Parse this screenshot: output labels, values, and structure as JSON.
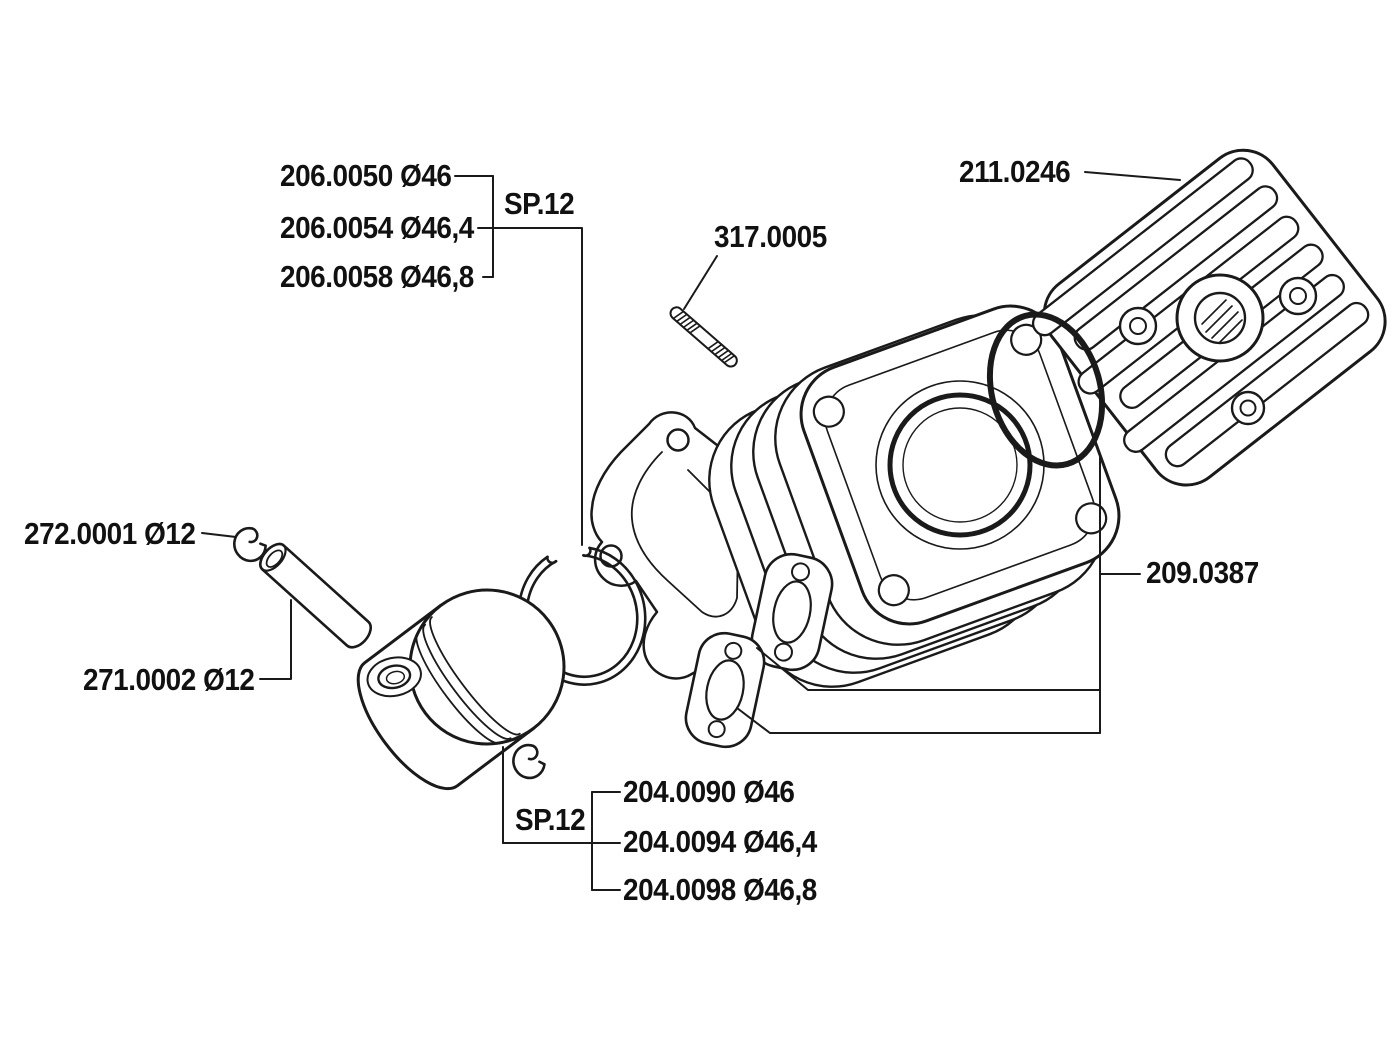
{
  "colors": {
    "line": "#1a1a1a",
    "background": "#ffffff",
    "text": "#111111"
  },
  "labels": {
    "ring_sets": [
      "206.0050 Ø46",
      "206.0054 Ø46,4",
      "206.0058 Ø46,8"
    ],
    "ring_series_code": "SP.12",
    "stud": "317.0005",
    "cylinder_head": "211.0246",
    "gasket_set": "209.0387",
    "circlip": "272.0001 Ø12",
    "piston_pin": "271.0002 Ø12",
    "piston_series_code": "SP.12",
    "piston_sets": [
      "204.0090 Ø46",
      "204.0094 Ø46,4",
      "204.0098 Ø46,8"
    ]
  }
}
